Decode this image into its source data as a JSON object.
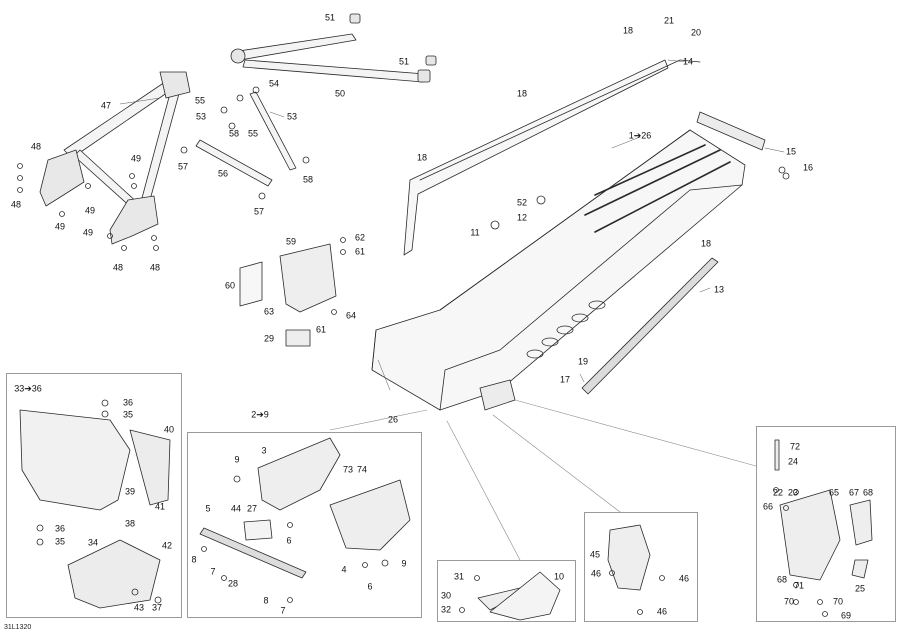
{
  "diagram": {
    "drawing_code": "31L1320",
    "callouts": {
      "c51a": "51",
      "c51b": "51",
      "c50": "50",
      "c47": "47",
      "c48a": "48",
      "c48b": "48",
      "c48c": "48",
      "c48d": "48",
      "c49a": "49",
      "c49b": "49",
      "c49c": "49",
      "c49d": "49",
      "c54": "54",
      "c55a": "55",
      "c55b": "55",
      "c53a": "53",
      "c53b": "53",
      "c58a": "58",
      "c58b": "58",
      "c57a": "57",
      "c57b": "57",
      "c56": "56",
      "c18a": "18",
      "c21": "21",
      "c20": "20",
      "c14": "14",
      "c18b": "18",
      "c18c": "18",
      "c1to26": "1➔26",
      "c15": "15",
      "c16": "16",
      "c52": "52",
      "c12": "12",
      "c11": "11",
      "c18d": "18",
      "c13": "13",
      "c19": "19",
      "c17": "17",
      "c26": "26",
      "c59": "59",
      "c62": "62",
      "c61a": "61",
      "c60": "60",
      "c63": "63",
      "c64": "64",
      "c61b": "61",
      "c29": "29",
      "c33to36": "33➔36",
      "c36a": "36",
      "c35a": "35",
      "c40": "40",
      "c39": "39",
      "c41": "41",
      "c38": "38",
      "c36b": "36",
      "c35b": "35",
      "c34": "34",
      "c42": "42",
      "c43": "43",
      "c37": "37",
      "c2to9": "2➔9",
      "c3": "3",
      "c9a": "9",
      "c73": "73",
      "c74": "74",
      "c5": "5",
      "c44": "44",
      "c27": "27",
      "c6a": "6",
      "c8a": "8",
      "c7a": "7",
      "c28": "28",
      "c4": "4",
      "c6b": "6",
      "c9b": "9",
      "c8b": "8",
      "c7b": "7",
      "c31": "31",
      "c10": "10",
      "c30": "30",
      "c32": "32",
      "c45": "45",
      "c46a": "46",
      "c46b": "46",
      "c46c": "46",
      "c72": "72",
      "c24": "24",
      "c22": "22",
      "c23": "23",
      "c65": "65",
      "c67": "67",
      "c68a": "68",
      "c66": "66",
      "c68b": "68",
      "c71": "71",
      "c25": "25",
      "c70a": "70",
      "c70b": "70",
      "c69": "69"
    }
  }
}
